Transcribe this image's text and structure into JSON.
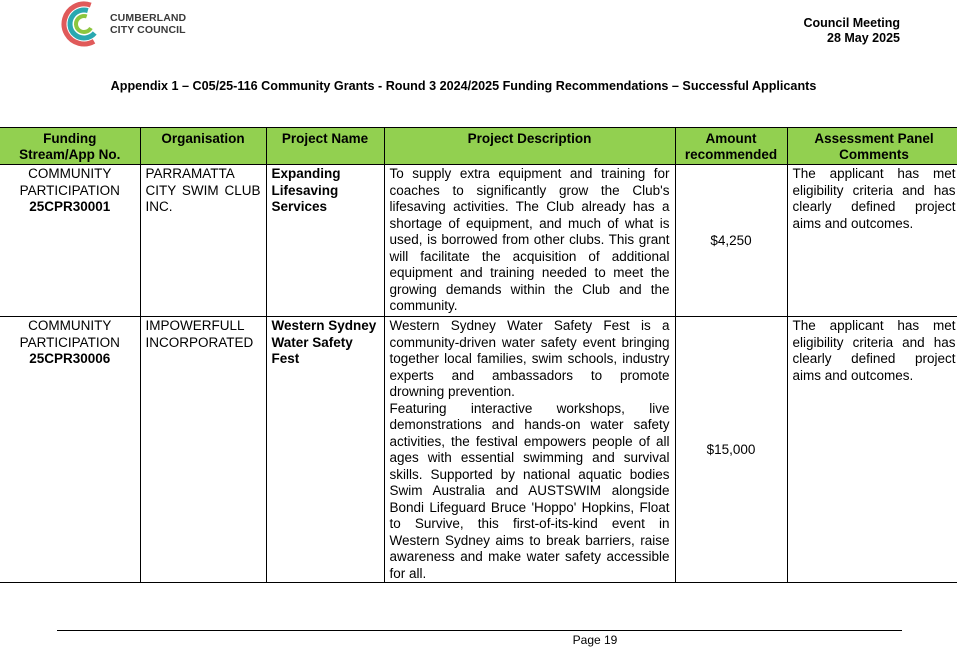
{
  "header": {
    "logo_text_line1": "CUMBERLAND",
    "logo_text_line2": "CITY COUNCIL",
    "meeting_title": "Council Meeting",
    "meeting_date": "28 May 2025",
    "appendix_title": "Appendix 1 – C05/25-116 Community Grants - Round 3 2024/2025 Funding Recommendations – Successful Applicants"
  },
  "colors": {
    "header_green": "#92d050",
    "logo_teal": "#2aa8b0",
    "logo_red": "#e05a5a",
    "logo_green": "#8cc63f"
  },
  "table": {
    "columns": [
      {
        "line1": "Funding",
        "line2": "Stream/App No."
      },
      {
        "line1": "Organisation",
        "line2": ""
      },
      {
        "line1": "Project Name",
        "line2": ""
      },
      {
        "line1": "Project Description",
        "line2": ""
      },
      {
        "line1": "Amount",
        "line2": "recommended"
      },
      {
        "line1": "Assessment Panel",
        "line2": "Comments"
      }
    ],
    "rows": [
      {
        "stream": "COMMUNITY PARTICIPATION",
        "app_no": "25CPR30001",
        "organisation": "PARRAMATTA CITY SWIM CLUB INC.",
        "project_name": "Expanding Lifesaving Services",
        "description": [
          "To supply extra equipment and training for coaches to significantly grow the Club's lifesaving activities. The Club already has a shortage of equipment, and much of what is used, is borrowed from other clubs. This grant will facilitate the acquisition of additional equipment and training needed to meet the growing demands within the Club and the community."
        ],
        "amount": "$4,250",
        "comments": "The applicant has met eligibility criteria and has clearly defined project aims and outcomes."
      },
      {
        "stream": "COMMUNITY PARTICIPATION",
        "app_no": "25CPR30006",
        "organisation": "IMPOWERFULL INCORPORATED",
        "project_name": "Western Sydney Water Safety Fest",
        "description": [
          "Western Sydney Water Safety Fest is a community-driven water safety event bringing together local families, swim schools, industry experts and ambassadors to promote drowning prevention.",
          "Featuring interactive workshops, live demonstrations and hands-on water safety activities, the festival empowers people of all ages with essential swimming and survival skills. Supported by national aquatic bodies Swim Australia and AUSTSWIM alongside Bondi Lifeguard Bruce 'Hoppo' Hopkins, Float to Survive, this first-of-its-kind event in Western Sydney aims to break barriers, raise awareness and make water safety accessible for all."
        ],
        "amount": "$15,000",
        "comments": "The applicant has met eligibility criteria and has clearly defined project aims and outcomes."
      }
    ]
  },
  "footer": {
    "page_label": "Page 19"
  }
}
